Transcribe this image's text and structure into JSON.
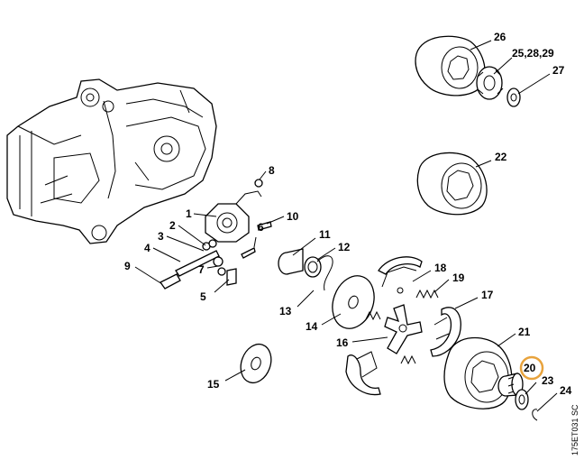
{
  "diagram": {
    "code": "175ET031 SC",
    "highlight_color": "#e8a33d",
    "callouts": [
      {
        "id": "c1",
        "label": "1",
        "highlighted": false
      },
      {
        "id": "c2",
        "label": "2",
        "highlighted": false
      },
      {
        "id": "c3",
        "label": "3",
        "highlighted": false
      },
      {
        "id": "c4",
        "label": "4",
        "highlighted": false
      },
      {
        "id": "c5",
        "label": "5",
        "highlighted": false
      },
      {
        "id": "c6",
        "label": "6",
        "highlighted": false
      },
      {
        "id": "c7",
        "label": "7",
        "highlighted": false
      },
      {
        "id": "c8",
        "label": "8",
        "highlighted": false
      },
      {
        "id": "c9",
        "label": "9",
        "highlighted": false
      },
      {
        "id": "c10",
        "label": "10",
        "highlighted": false
      },
      {
        "id": "c11",
        "label": "11",
        "highlighted": false
      },
      {
        "id": "c12",
        "label": "12",
        "highlighted": false
      },
      {
        "id": "c13",
        "label": "13",
        "highlighted": false
      },
      {
        "id": "c14",
        "label": "14",
        "highlighted": false
      },
      {
        "id": "c15",
        "label": "15",
        "highlighted": false
      },
      {
        "id": "c16",
        "label": "16",
        "highlighted": false
      },
      {
        "id": "c17",
        "label": "17",
        "highlighted": false
      },
      {
        "id": "c18",
        "label": "18",
        "highlighted": false
      },
      {
        "id": "c19",
        "label": "19",
        "highlighted": false
      },
      {
        "id": "c20",
        "label": "20",
        "highlighted": true
      },
      {
        "id": "c21",
        "label": "21",
        "highlighted": false
      },
      {
        "id": "c22",
        "label": "22",
        "highlighted": false
      },
      {
        "id": "c23",
        "label": "23",
        "highlighted": false
      },
      {
        "id": "c24",
        "label": "24",
        "highlighted": false
      },
      {
        "id": "c25",
        "label": "25,28,29",
        "highlighted": false
      },
      {
        "id": "c26",
        "label": "26",
        "highlighted": false
      },
      {
        "id": "c27",
        "label": "27",
        "highlighted": false
      }
    ]
  }
}
